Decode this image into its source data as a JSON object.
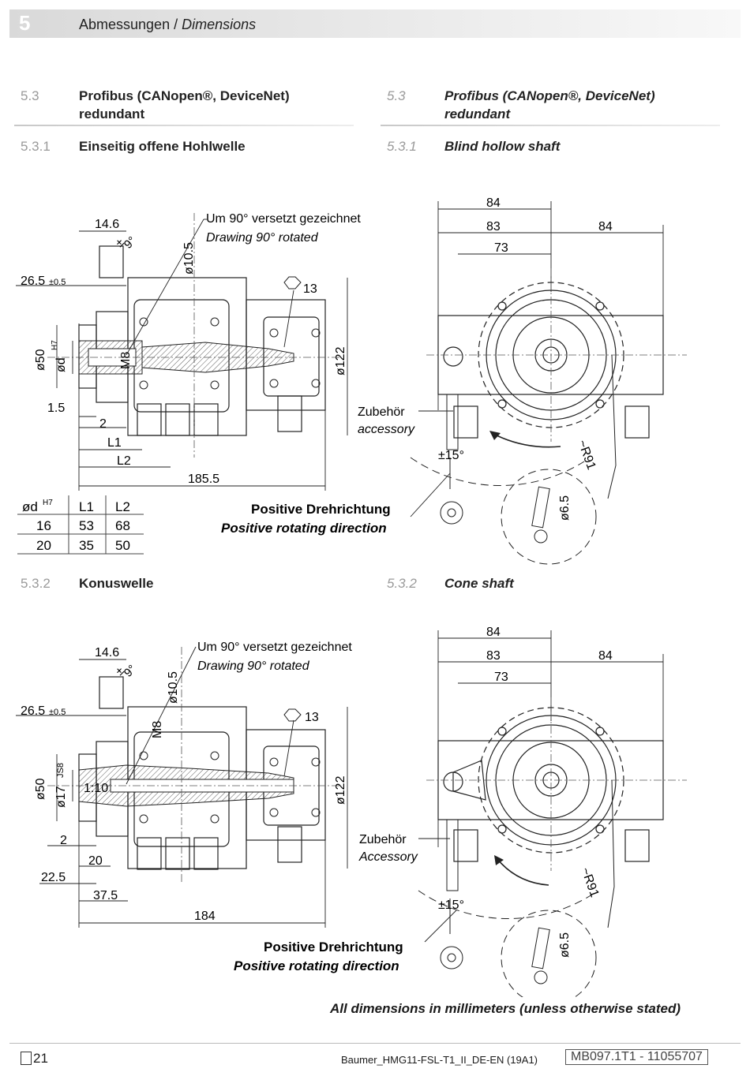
{
  "header": {
    "chapter": "5",
    "title_de": "Abmessungen",
    "title_sep": " / ",
    "title_en": "Dimensions"
  },
  "section": {
    "num": "5.3",
    "title_de_l1": "Profibus (CANopen®, DeviceNet)",
    "title_de_l2": "redundant",
    "title_en_l1": "Profibus (CANopen®, DeviceNet)",
    "title_en_l2": "redundant"
  },
  "sub1": {
    "num": "5.3.1",
    "title_de": "Einseitig offene Hohlwelle",
    "title_en": "Blind hollow shaft"
  },
  "sub2": {
    "num": "5.3.2",
    "title_de": "Konuswelle",
    "title_en": "Cone shaft"
  },
  "drawing1": {
    "rotated_de": "Um 90° versetzt gezeichnet",
    "rotated_en": "Drawing 90° rotated",
    "d_14_6": "14.6",
    "d_9": "9°",
    "d_pm": "±",
    "d_26_5": "26.5",
    "d_tol": "±0.5",
    "d_phi10_5": "ø10.5",
    "d_13": "13",
    "d_phi50": "ø50",
    "d_phid": "ød",
    "d_h7": "H7",
    "d_m8": "M8",
    "d_phi122": "ø122",
    "d_1_5": "1.5",
    "d_2": "2",
    "d_l1": "L1",
    "d_l2": "L2",
    "d_185_5": "185.5"
  },
  "table": {
    "headers": [
      "ød",
      "L1",
      "L2"
    ],
    "header_sup": "H7",
    "rows": [
      [
        "16",
        "53",
        "68"
      ],
      [
        "20",
        "35",
        "50"
      ]
    ]
  },
  "front1": {
    "d_84a": "84",
    "d_83": "83",
    "d_84b": "84",
    "d_73": "73",
    "acc_de": "Zubehör",
    "acc_en": "accessory",
    "d_15": "±15°",
    "d_r91": "~R91",
    "d_phi6_5": "ø6.5",
    "rot_de": "Positive Drehrichtung",
    "rot_en": "Positive rotating direction"
  },
  "drawing2": {
    "rotated_de": "Um 90° versetzt gezeichnet",
    "rotated_en": "Drawing 90° rotated",
    "d_14_6": "14.6",
    "d_9": "9°",
    "d_pm": "±",
    "d_26_5": "26.5",
    "d_tol": "±0.5",
    "d_phi10_5": "ø10.5",
    "d_m8": "M8",
    "d_13": "13",
    "d_phi50": "ø50",
    "d_phi17": "ø17",
    "d_js8": "JS8",
    "d_1_10": "1:10",
    "d_phi122": "ø122",
    "d_2": "2",
    "d_20": "20",
    "d_22_5": "22.5",
    "d_37_5": "37.5",
    "d_184": "184"
  },
  "front2": {
    "d_84a": "84",
    "d_83": "83",
    "d_84b": "84",
    "d_73": "73",
    "acc_de": "Zubehör",
    "acc_en": "Accessory",
    "d_15": "±15°",
    "d_r91": "~R91",
    "d_phi6_5": "ø6.5",
    "rot_de": "Positive Drehrichtung",
    "rot_en": "Positive rotating direction"
  },
  "note": "All dimensions in millimeters (unless otherwise stated)",
  "footer": {
    "page": "21",
    "doc": "Baumer_HMG11-FSL-T1_II_DE-EN (19A1)",
    "code": "MB097.1T1 - 11055707"
  }
}
